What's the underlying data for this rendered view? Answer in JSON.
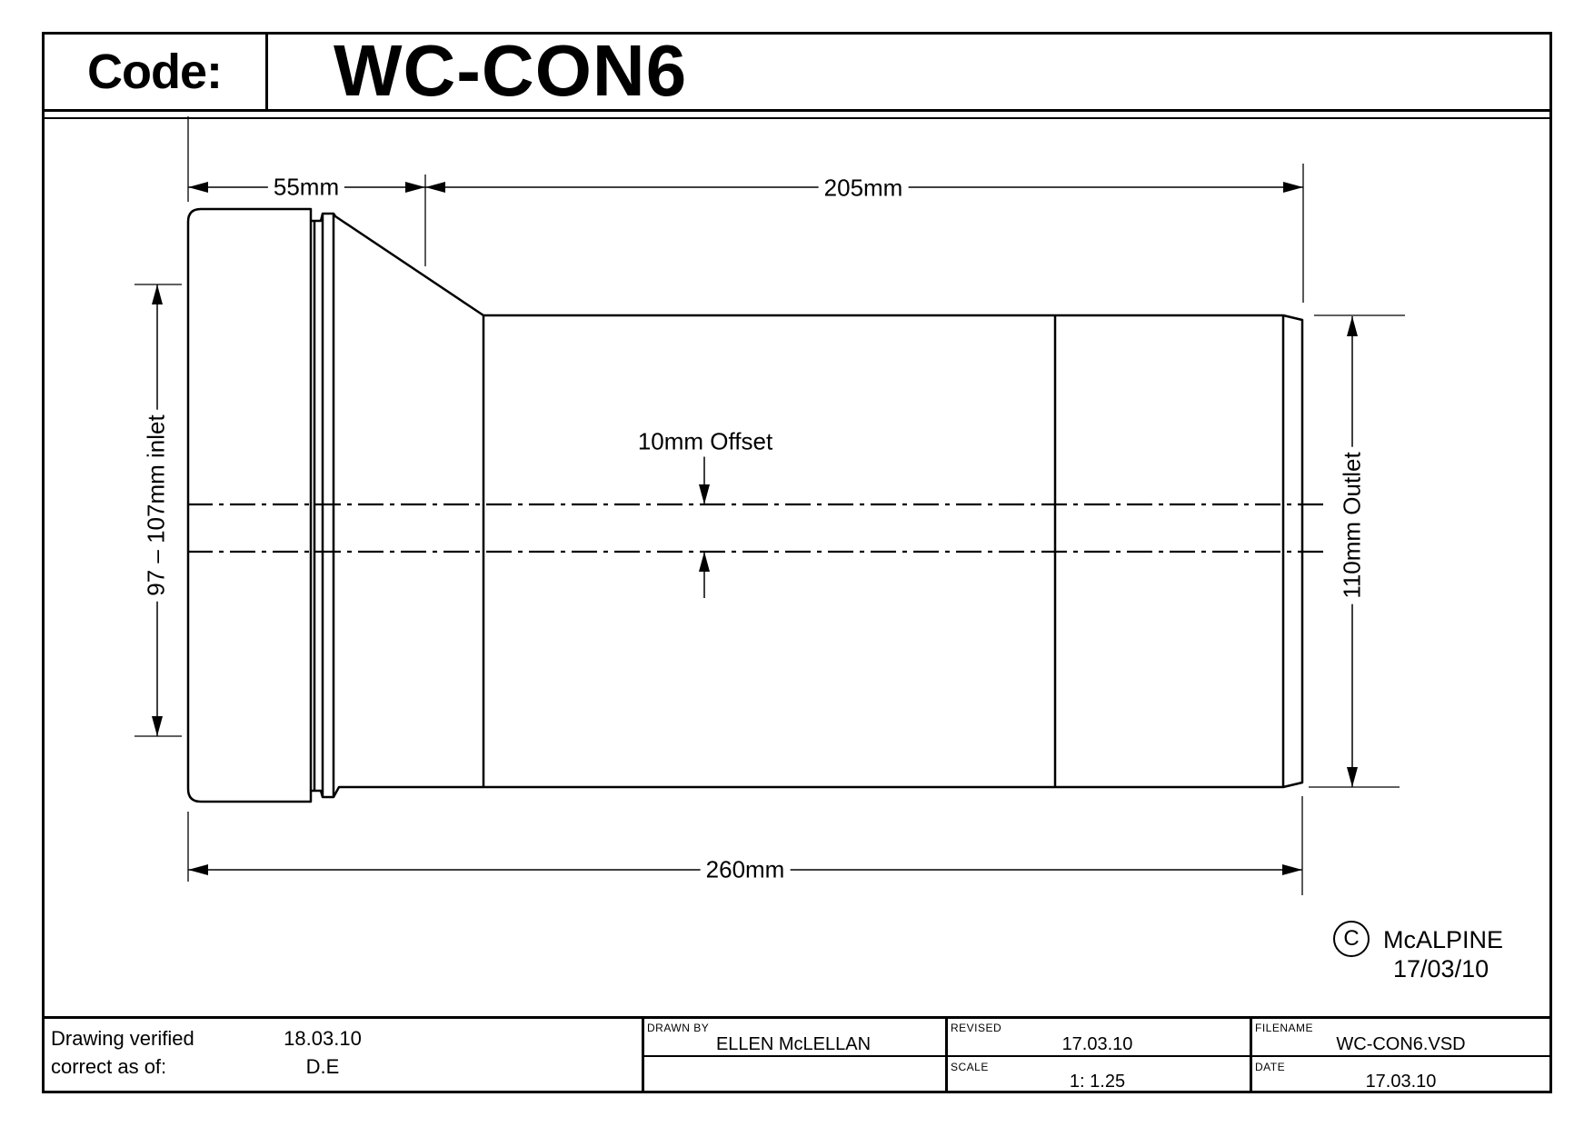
{
  "header": {
    "code_label": "Code:",
    "code_value": "WC-CON6"
  },
  "dimensions": {
    "top_left": "55mm",
    "top_right": "205mm",
    "bottom": "260mm",
    "offset": "10mm Offset",
    "inlet": "97 – 107mm inlet",
    "outlet": "110mm Outlet"
  },
  "copyright": {
    "symbol": "C",
    "name": "McALPINE",
    "date": "17/03/10"
  },
  "title_block": {
    "verified_label_line1": "Drawing verified",
    "verified_label_line2": "correct as of:",
    "verified_date": "18.03.10",
    "verified_initials": "D.E",
    "drawn_by_label": "DRAWN BY",
    "drawn_by_value": "ELLEN McLELLAN",
    "revised_label": "REVISED",
    "revised_value": "17.03.10",
    "scale_label": "SCALE",
    "scale_value": "1: 1.25",
    "filename_label": "FILENAME",
    "filename_value": "WC-CON6.VSD",
    "date_label": "DATE",
    "date_value": "17.03.10"
  },
  "colors": {
    "line": "#000000",
    "background": "#ffffff"
  }
}
